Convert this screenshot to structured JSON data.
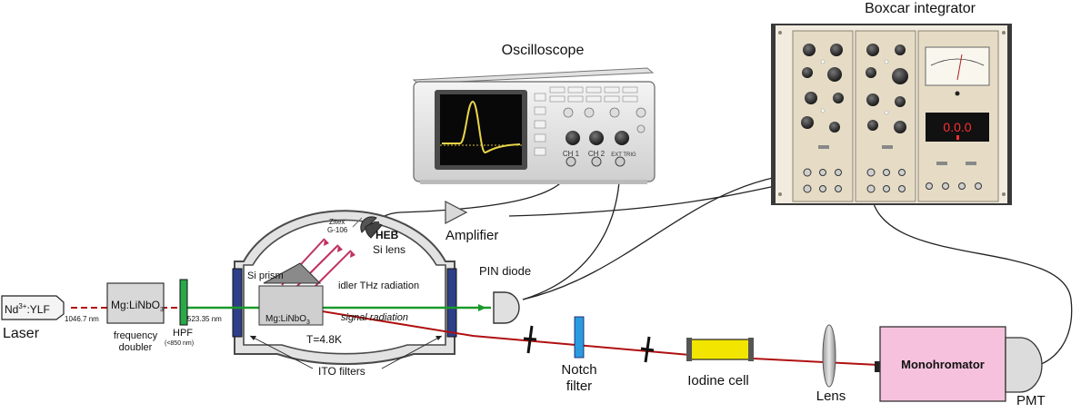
{
  "labels": {
    "boxcar_integrator": "Boxcar integrator",
    "oscilloscope": "Oscilloscope",
    "amplifier": "Amplifier",
    "zitex_line1": "Zitex",
    "zitex_line2": "G-106",
    "heb": "HEB",
    "si_lens": "Si lens",
    "si_prism": "Si prism",
    "idler_thz": "idler THz radiation",
    "pin_diode": "PIN diode",
    "crystal_label": "Mg:LiNbO",
    "crystal_sub": "3",
    "signal_radiation": "signal radiation",
    "temperature": "T=4.8K",
    "ito_filters": "ITO filters",
    "laser_name": "Nd",
    "laser_sup": "3+",
    "laser_suffix": ":YLF",
    "laser": "Laser",
    "wavelength_1": "1046.7 nm",
    "doubler_crystal": "Mg:LiNbO",
    "doubler_sub": "3",
    "frequency_doubler_1": "frequency",
    "frequency_doubler_2": "doubler",
    "hpf": "HPF",
    "hpf_cutoff": "(<850 nm)",
    "wavelength_2": "523.35 nm",
    "notch_filter_1": "Notch",
    "notch_filter_2": "filter",
    "iodine_cell": "Iodine cell",
    "lens": "Lens",
    "monochromator": "Monohromator",
    "pmt": "PMT",
    "boxcar_display": "0.0.0",
    "scope_ch1": "CH 1",
    "scope_ch2": "CH 2",
    "scope_ext": "EXT TRIG"
  },
  "colors": {
    "green_beam": "#1a9a2a",
    "red_beam": "#b01010",
    "thz_beam": "#c03060",
    "monochromator_fill": "#f6c1dc",
    "notch_fill": "#2b9be0",
    "iodine_fill": "#f2e600",
    "hpf_fill": "#2aa84a",
    "boxcar_panel": "#e6dcc6"
  }
}
